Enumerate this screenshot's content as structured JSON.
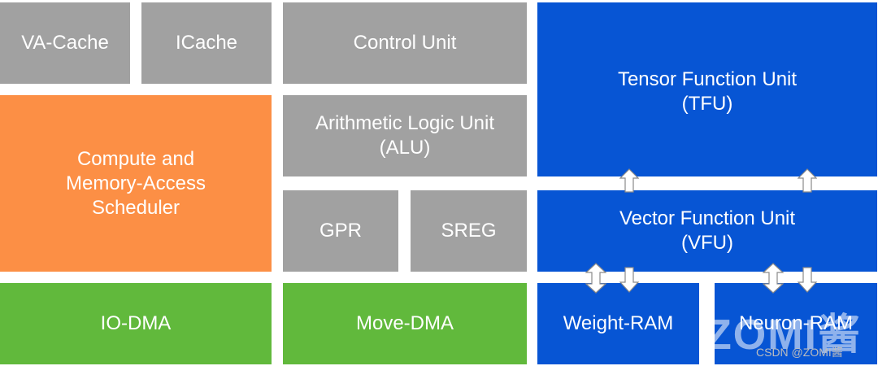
{
  "blocks": {
    "va_cache": "VA-Cache",
    "icache": "ICache",
    "control_unit": "Control Unit",
    "alu_line1": "Arithmetic Logic Unit",
    "alu_line2": "(ALU)",
    "gpr": "GPR",
    "sreg": "SREG",
    "scheduler_line1": "Compute and",
    "scheduler_line2": "Memory-Access",
    "scheduler_line3": "Scheduler",
    "io_dma": "IO-DMA",
    "move_dma": "Move-DMA",
    "tfu_line1": "Tensor Function Unit",
    "tfu_line2": "(TFU)",
    "vfu_line1": "Vector Function Unit",
    "vfu_line2": "(VFU)",
    "weight_ram": "Weight-RAM",
    "neuron_ram": "Neuron-RAM"
  },
  "colors": {
    "grey": "#a1a1a1",
    "orange": "#fc8f45",
    "green": "#61b93c",
    "blue": "#0755d4"
  },
  "watermark": {
    "logo": "ZOMI酱",
    "caption": "CSDN @ZOMI酱"
  }
}
